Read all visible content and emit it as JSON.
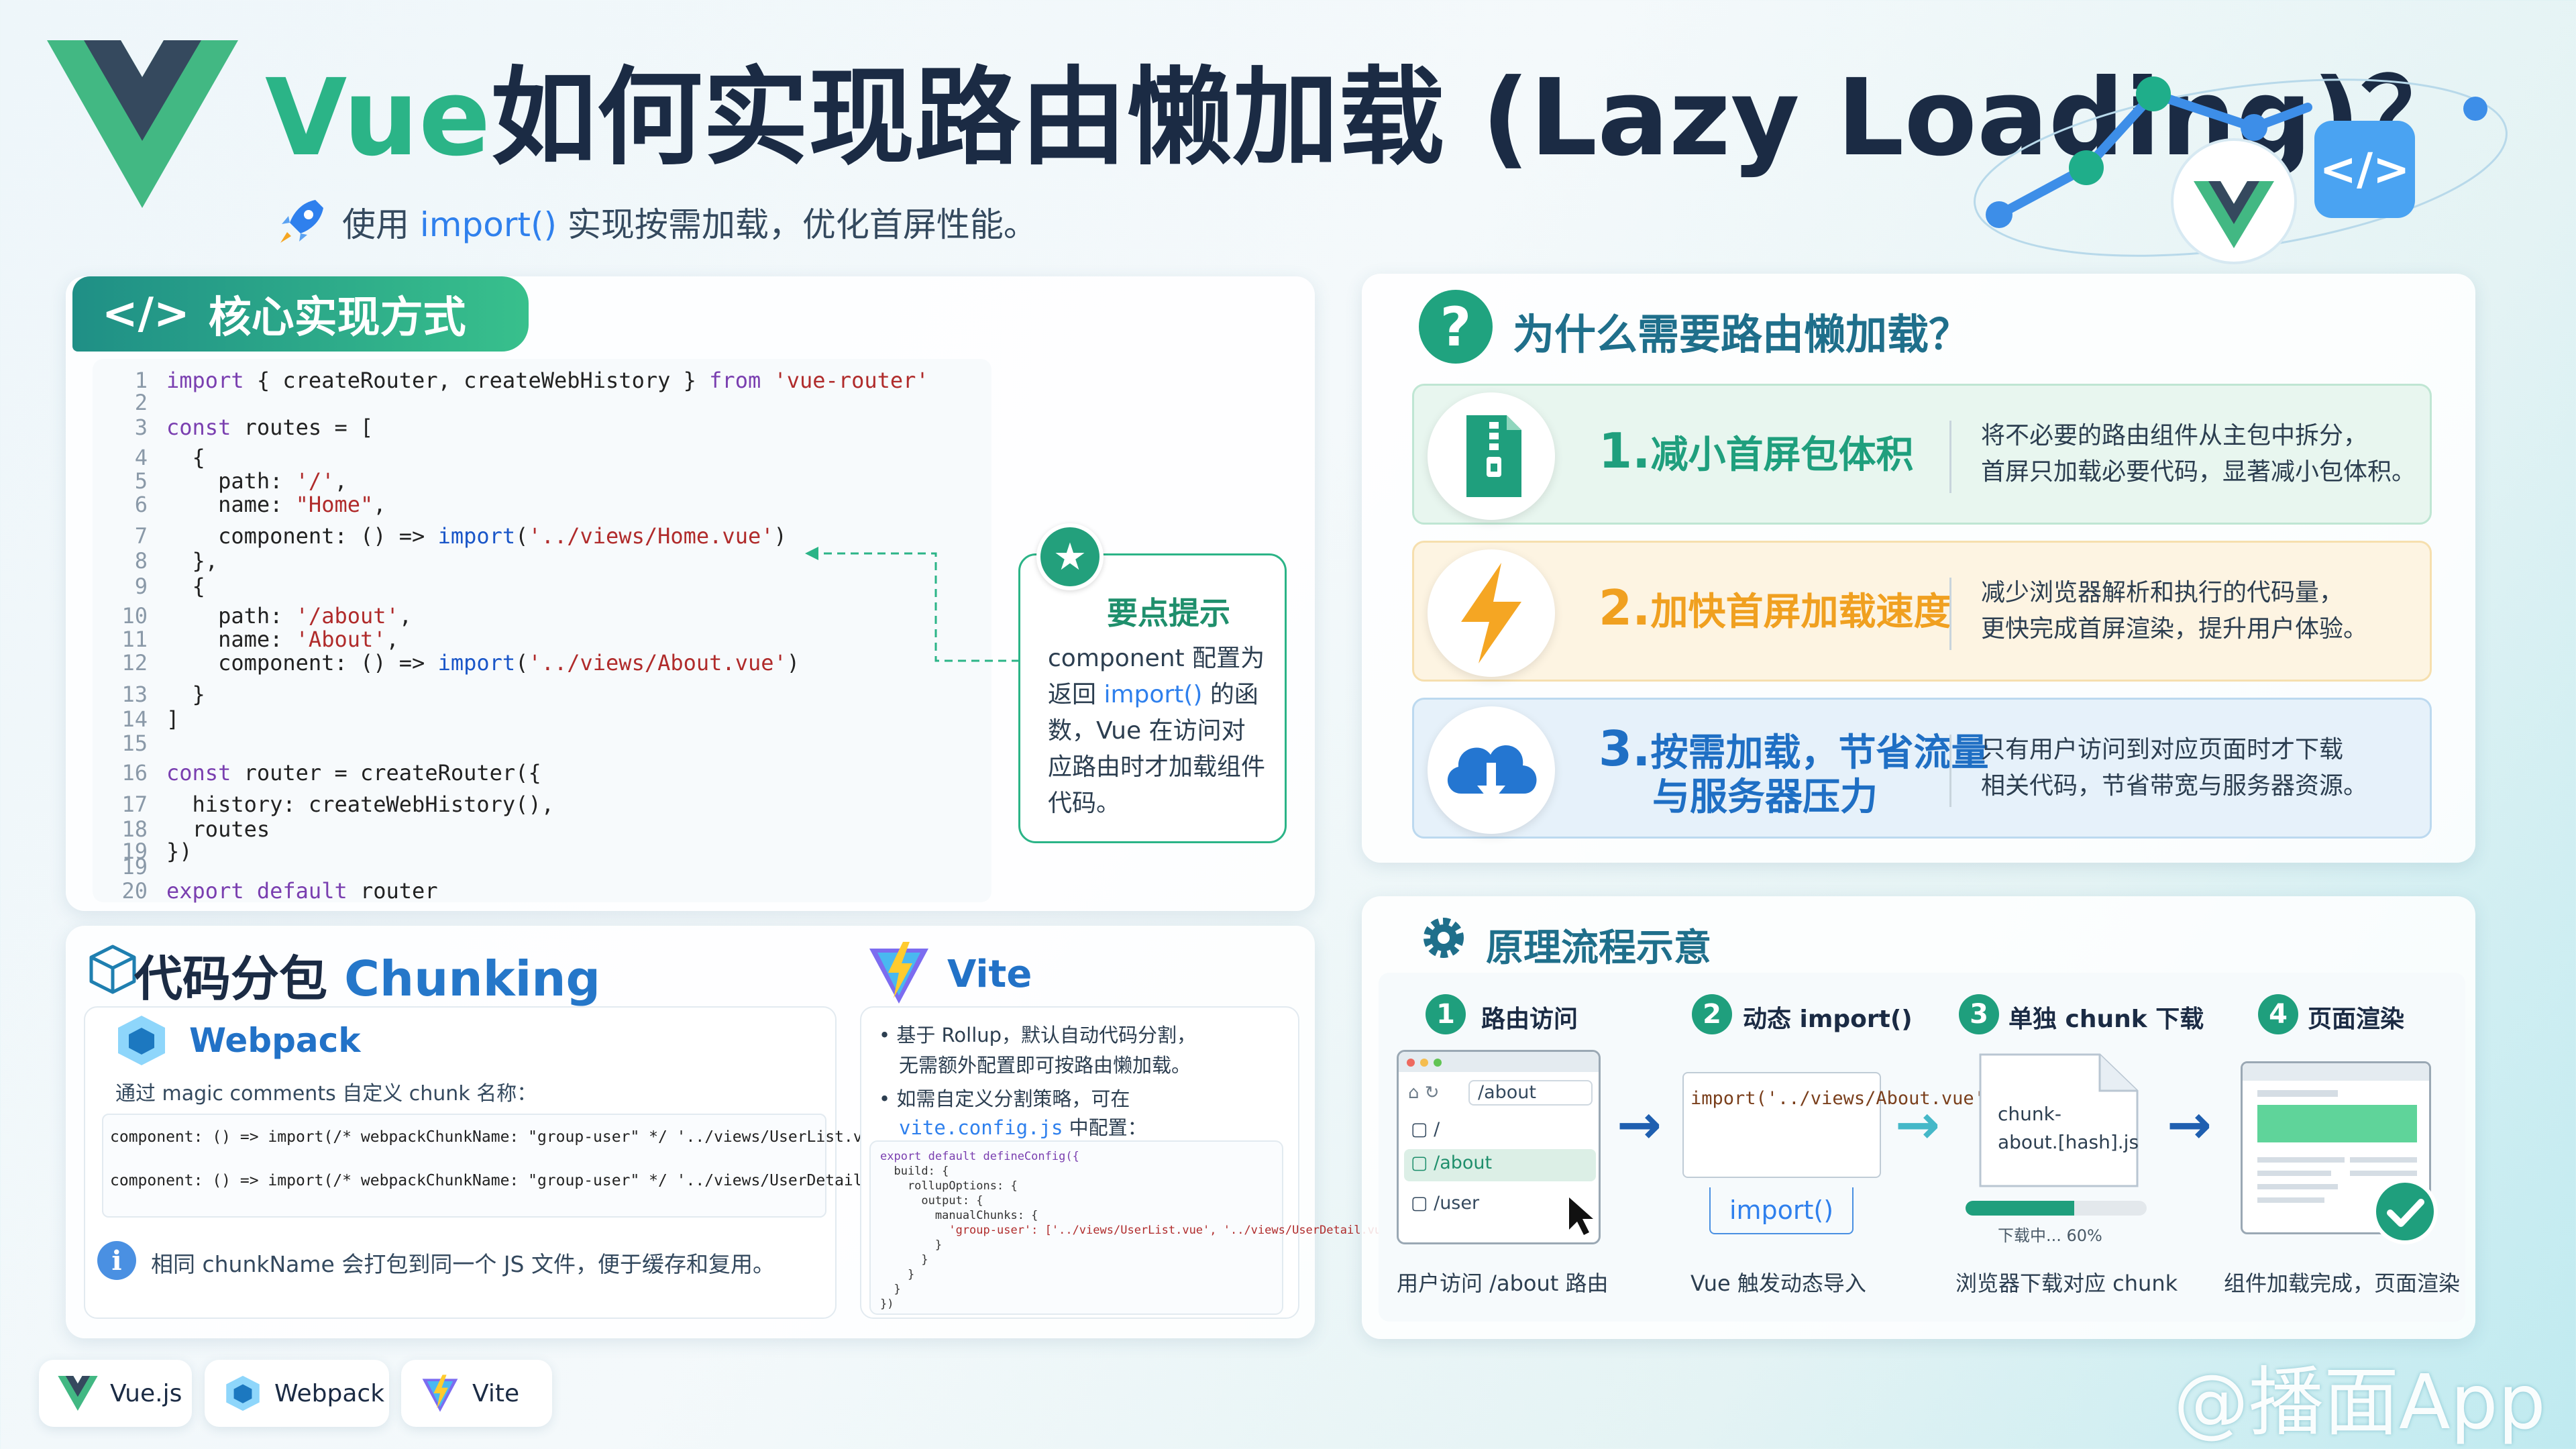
{
  "header": {
    "title_vue": "Vue",
    "title_rest": "如何实现路由懒加载 (Lazy Loading)？",
    "subtitle_pre": "使用 ",
    "subtitle_hl": "import()",
    "subtitle_post": " 实现按需加载，优化首屏性能。"
  },
  "core": {
    "tab_icon": "</>",
    "tab_label": "核心实现方式",
    "code_lines": [
      {
        "n": "1",
        "t": "import { createRouter, createWebHistory } from 'vue-router'"
      },
      {
        "n": "2",
        "t": ""
      },
      {
        "n": "3",
        "t": "const routes = ["
      },
      {
        "n": "4",
        "t": "  {"
      },
      {
        "n": "5",
        "t": "    path: '/',"
      },
      {
        "n": "6",
        "t": "    name: \"Home\","
      },
      {
        "n": "7",
        "t": "    component: () => import('../views/Home.vue')"
      },
      {
        "n": "8",
        "t": "  },"
      },
      {
        "n": "9",
        "t": "  {"
      },
      {
        "n": "10",
        "t": "    path: '/about',"
      },
      {
        "n": "11",
        "t": "    name: 'About',"
      },
      {
        "n": "12",
        "t": "    component: () => import('../views/About.vue')"
      },
      {
        "n": "13",
        "t": "  }"
      },
      {
        "n": "14",
        "t": "]"
      },
      {
        "n": "15",
        "t": ""
      },
      {
        "n": "16",
        "t": "const router = createRouter({"
      },
      {
        "n": "17",
        "t": "  history: createWebHistory(),"
      },
      {
        "n": "18",
        "t": "  routes"
      },
      {
        "n": "19",
        "t": "})"
      },
      {
        "n": "19",
        "t": ""
      },
      {
        "n": "20",
        "t": "export default router"
      }
    ],
    "tip": {
      "title": "要点提示",
      "text_pre": "component 配置为返回 ",
      "text_hl": "import()",
      "text_post": " 的函数，Vue 在访问对应路由时才加载组件代码。"
    }
  },
  "chunking": {
    "title_cn": "代码分包 ",
    "title_en": "Chunking",
    "webpack": {
      "title": "Webpack",
      "desc": "通过 magic comments 自定义 chunk 名称：",
      "code": [
        "component: () => import(/* webpackChunkName: \"group-user\" */ '../views/UserList.vue')",
        "component: () => import(/* webpackChunkName: \"group-user\" */ '../views/UserDetail.vue')"
      ],
      "note": "相同 chunkName 会打包到同一个 JS 文件，便于缓存和复用。"
    },
    "vite": {
      "title": "Vite",
      "b1a": "• 基于 Rollup，默认自动代码分割，",
      "b1b": "无需额外配置即可按路由懒加载。",
      "b2a": "• 如需自定义分割策略，可在",
      "b2b_hl": "vite.config.js",
      "b2b_post": " 中配置：",
      "code": [
        "export default defineConfig({",
        "  build: {",
        "    rollupOptions: {",
        "      output: {",
        "        manualChunks: {",
        "          'group-user': ['../views/UserList.vue', '../views/UserDetail.vue']",
        "        }",
        "      }",
        "    }",
        "  }",
        "})"
      ]
    }
  },
  "why": {
    "icon": "?",
    "title": "为什么需要路由懒加载？",
    "reasons": [
      {
        "num": "1.",
        "head": "减小首屏包体积",
        "head2": "",
        "d1": "将不必要的路由组件从主包中拆分，",
        "d2": "首屏只加载必要代码，显著减小包体积。",
        "color": "#1f9f7d",
        "bg": "#e8f6ef",
        "border": "#bfe6d3"
      },
      {
        "num": "2.",
        "head": "加快首屏加载速度",
        "head2": "",
        "d1": "减少浏览器解析和执行的代码量，",
        "d2": "更快完成首屏渲染，提升用户体验。",
        "color": "#f0a020",
        "bg": "#fdf4e2",
        "border": "#f6dfae"
      },
      {
        "num": "3.",
        "head": "按需加载，节省流量",
        "head2": "与服务器压力",
        "d1": "只有用户访问到对应页面时才下载",
        "d2": "相关代码，节省带宽与服务器资源。",
        "color": "#1f6fc4",
        "bg": "#e6f1fa",
        "border": "#bcd9ef"
      }
    ]
  },
  "flow": {
    "title": "原理流程示意",
    "steps": [
      {
        "num": "1",
        "label": "路由访问",
        "caption": "用户访问 /about 路由"
      },
      {
        "num": "2",
        "label": "动态 import()",
        "caption": "Vue 触发动态导入"
      },
      {
        "num": "3",
        "label": "单独 chunk 下载",
        "caption": "浏览器下载对应 chunk"
      },
      {
        "num": "4",
        "label": "页面渲染",
        "caption": "组件加载完成，页面渲染"
      }
    ],
    "browser": {
      "url": "/about",
      "items": [
        "/",
        "/about",
        "/user"
      ]
    },
    "code_card": "import('../views/About.vue')",
    "import_label": "import()",
    "chunk_file_a": "chunk-",
    "chunk_file_b": "about.[hash].js",
    "progress_label": "下载中...    60%",
    "progress": 0.6
  },
  "footer": {
    "items": [
      "Vue.js",
      "Webpack",
      "Vite"
    ]
  },
  "watermark": "@播面App",
  "colors": {
    "vue_green": "#42b883",
    "vue_dark": "#35495e",
    "accent_blue": "#2f80ed",
    "teal": "#1f9f7d"
  }
}
